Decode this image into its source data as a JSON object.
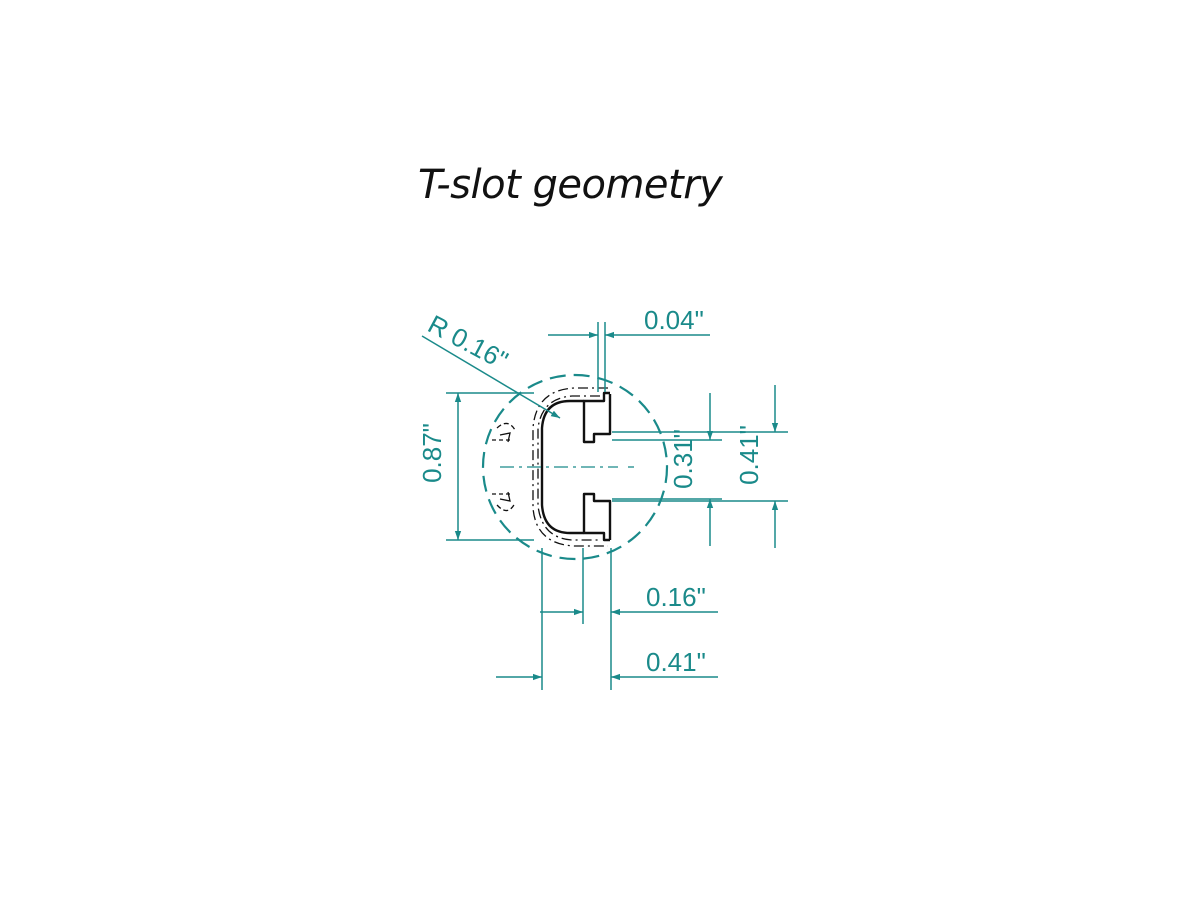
{
  "title": "T-slot geometry",
  "colors": {
    "dimension": "#1a8a8a",
    "outline": "#111111",
    "background": "#ffffff"
  },
  "dimensions": {
    "radius": "R 0.16\"",
    "top_width": "0.04\"",
    "height_total": "0.87\"",
    "slot_opening": "0.31\"",
    "slot_span": "0.41\"",
    "neck_depth": "0.16\"",
    "overall_depth": "0.41\""
  }
}
